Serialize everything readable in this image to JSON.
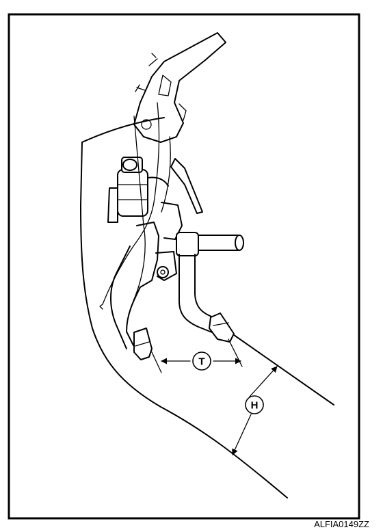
{
  "labels": {
    "t": "T",
    "h": "H"
  },
  "figure_code": "ALFIA0149ZZ"
}
